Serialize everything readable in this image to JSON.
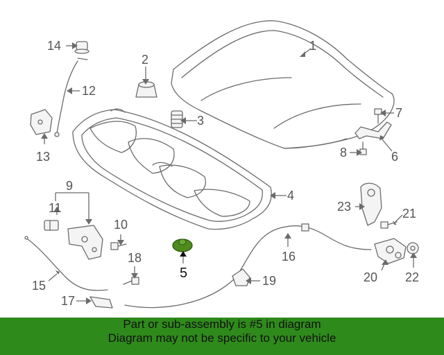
{
  "diagram": {
    "highlight_color": "#4d8b1c",
    "callouts": [
      {
        "id": "1",
        "label": "1"
      },
      {
        "id": "2",
        "label": "2"
      },
      {
        "id": "3",
        "label": "3"
      },
      {
        "id": "4",
        "label": "4"
      },
      {
        "id": "5",
        "label": "5"
      },
      {
        "id": "6",
        "label": "6"
      },
      {
        "id": "7",
        "label": "7"
      },
      {
        "id": "8",
        "label": "8"
      },
      {
        "id": "9",
        "label": "9"
      },
      {
        "id": "10",
        "label": "10"
      },
      {
        "id": "11",
        "label": "11"
      },
      {
        "id": "12",
        "label": "12"
      },
      {
        "id": "13",
        "label": "13"
      },
      {
        "id": "14",
        "label": "14"
      },
      {
        "id": "15",
        "label": "15"
      },
      {
        "id": "16",
        "label": "16"
      },
      {
        "id": "17",
        "label": "17"
      },
      {
        "id": "18",
        "label": "18"
      },
      {
        "id": "19",
        "label": "19"
      },
      {
        "id": "20",
        "label": "20"
      },
      {
        "id": "21",
        "label": "21"
      },
      {
        "id": "22",
        "label": "22"
      },
      {
        "id": "23",
        "label": "23"
      }
    ]
  },
  "banner": {
    "background": "#2f8a1c",
    "line1": "Part or sub-assembly is #5 in diagram",
    "line2": "Diagram may not be specific to your vehicle"
  }
}
